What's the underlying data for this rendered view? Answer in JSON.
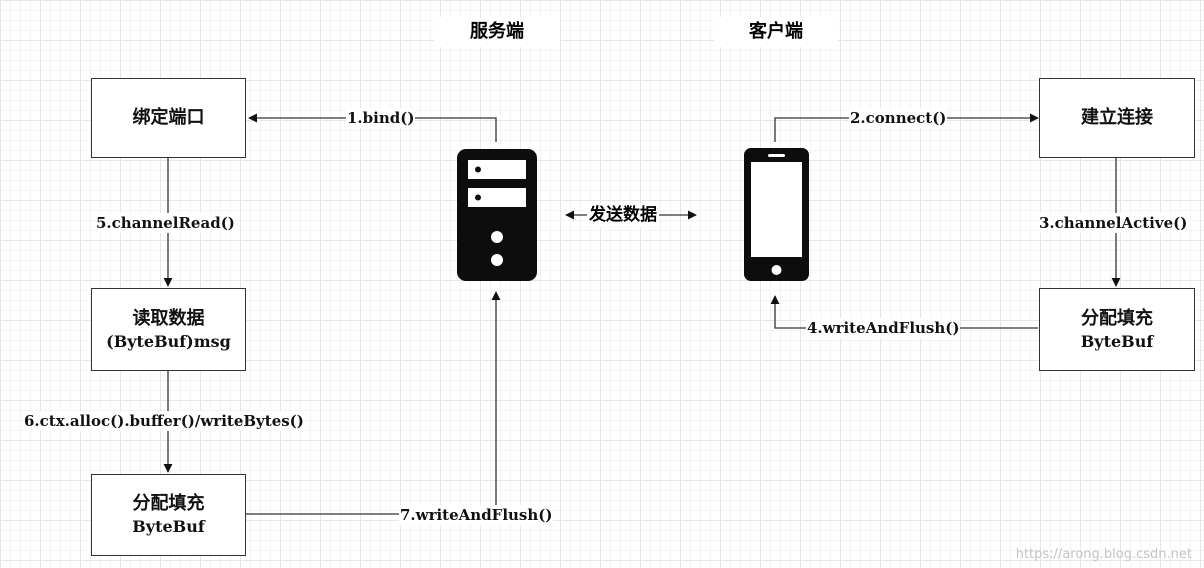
{
  "titles": {
    "server": "服务端",
    "client": "客户端"
  },
  "boxes": {
    "bind_port": {
      "line1": "绑定端口"
    },
    "read_data": {
      "line1": "读取数据",
      "line2": "(ByteBuf)msg"
    },
    "server_alloc": {
      "line1": "分配填充",
      "line2": "ByteBuf"
    },
    "connect": {
      "line1": "建立连接"
    },
    "client_alloc": {
      "line1": "分配填充",
      "line2": "ByteBuf"
    }
  },
  "labels": {
    "bind": "1.bind()",
    "connect": "2.connect()",
    "channel_active": "3.channelActive()",
    "client_write_flush": "4.writeAndFlush()",
    "channel_read": "5.channelRead()",
    "ctx_alloc": "6.ctx.alloc().buffer()/writeBytes()",
    "server_write_flush": "7.writeAndFlush()",
    "send_data": "发送数据"
  },
  "icons": {
    "server": "server-icon",
    "client": "phone-icon"
  },
  "colors": {
    "line": "#333333",
    "device": "#0d0d0d"
  },
  "watermark": "https://arong.blog.csdn.net"
}
